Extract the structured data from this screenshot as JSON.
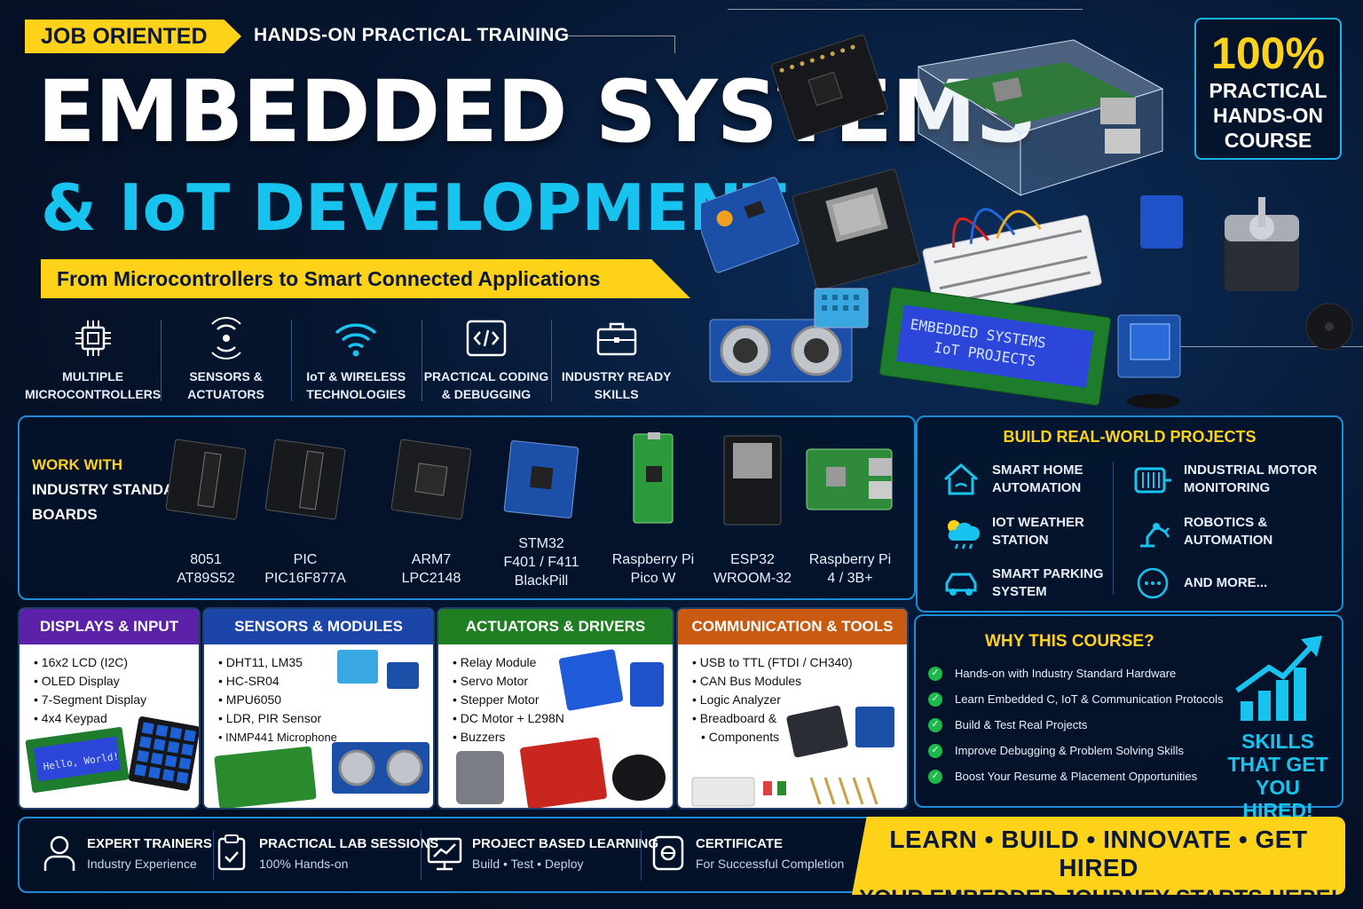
{
  "header": {
    "tag": "JOB ORIENTED",
    "tag2": "HANDS-ON PRACTICAL TRAINING",
    "title_line1": "EMBEDDED SYSTEMS",
    "title_line2": "& IoT DEVELOPMENT",
    "subtitle": "From Microcontrollers to Smart Connected Applications"
  },
  "badge": {
    "percent": "100%",
    "line1": "PRACTICAL",
    "line2": "HANDS-ON",
    "line3": "COURSE"
  },
  "features": [
    {
      "icon": "chip-icon",
      "line1": "MULTIPLE",
      "line2": "MICROCONTROLLERS"
    },
    {
      "icon": "sensor-waves-icon",
      "line1": "SENSORS &",
      "line2": "ACTUATORS"
    },
    {
      "icon": "wifi-icon",
      "line1": "IoT & WIRELESS",
      "line2": "TECHNOLOGIES"
    },
    {
      "icon": "code-icon",
      "line1": "PRACTICAL CODING",
      "line2": "& DEBUGGING"
    },
    {
      "icon": "briefcase-icon",
      "line1": "INDUSTRY READY",
      "line2": "SKILLS"
    }
  ],
  "lcd_text": {
    "line1": "EMBEDDED SYSTEMS",
    "line2": "IoT PROJECTS"
  },
  "boards": {
    "lead_yellow": "WORK WITH",
    "lead_line2": "INDUSTRY STANDARD",
    "lead_line3": "BOARDS",
    "items": [
      {
        "line1": "8051",
        "line2": "AT89S52",
        "line3": ""
      },
      {
        "line1": "PIC",
        "line2": "PIC16F877A",
        "line3": ""
      },
      {
        "line1": "ARM7",
        "line2": "LPC2148",
        "line3": ""
      },
      {
        "line1": "STM32",
        "line2": "F401 / F411",
        "line3": "BlackPill"
      },
      {
        "line1": "Raspberry Pi",
        "line2": "Pico W",
        "line3": ""
      },
      {
        "line1": "ESP32",
        "line2": "WROOM-32",
        "line3": ""
      },
      {
        "line1": "Raspberry Pi",
        "line2": "4 / 3B+",
        "line3": ""
      }
    ]
  },
  "projects": {
    "title": "BUILD REAL-WORLD PROJECTS",
    "items": [
      {
        "icon": "home-icon",
        "line1": "SMART HOME",
        "line2": "AUTOMATION"
      },
      {
        "icon": "motor-icon",
        "line1": "INDUSTRIAL MOTOR",
        "line2": "MONITORING"
      },
      {
        "icon": "weather-icon",
        "line1": "IOT WEATHER",
        "line2": "STATION"
      },
      {
        "icon": "robot-arm-icon",
        "line1": "ROBOTICS &",
        "line2": "AUTOMATION"
      },
      {
        "icon": "car-icon",
        "line1": "SMART PARKING",
        "line2": "SYSTEM"
      },
      {
        "icon": "more-icon",
        "line1": "AND MORE...",
        "line2": ""
      }
    ]
  },
  "categories": [
    {
      "title": "DISPLAYS & INPUT",
      "color": "#5b21a8",
      "items": [
        "16x2 LCD (I2C)",
        "OLED Display",
        "7-Segment Display",
        "4x4 Keypad"
      ],
      "lcd": "Hello, World!"
    },
    {
      "title": "SENSORS & MODULES",
      "color": "#1b46a8",
      "items": [
        "DHT11, LM35",
        "HC-SR04",
        "MPU6050",
        "LDR, PIR Sensor",
        "INMP441 Microphone"
      ]
    },
    {
      "title": "ACTUATORS & DRIVERS",
      "color": "#1f7d22",
      "items": [
        "Relay Module",
        "Servo Motor",
        "Stepper Motor",
        "DC Motor + L298N",
        "Buzzers"
      ]
    },
    {
      "title": "COMMUNICATION & TOOLS",
      "color": "#c95a12",
      "items": [
        "USB to TTL (FTDI / CH340)",
        "CAN Bus Modules",
        "Logic Analyzer",
        "Breadboard &",
        "Components"
      ]
    }
  ],
  "why": {
    "title": "WHY THIS COURSE?",
    "items": [
      "Hands-on with Industry Standard Hardware",
      "Learn Embedded C, IoT & Communication Protocols",
      "Build & Test Real Projects",
      "Improve Debugging & Problem Solving Skills",
      "Boost Your Resume & Placement Opportunities"
    ],
    "skills_line1": "SKILLS",
    "skills_line2": "THAT GET",
    "skills_line3": "YOU HIRED!"
  },
  "bottom": {
    "items": [
      {
        "icon": "trainer-icon",
        "title": "EXPERT TRAINERS",
        "sub": "Industry Experience"
      },
      {
        "icon": "lab-icon",
        "title": "PRACTICAL LAB SESSIONS",
        "sub": "100% Hands-on"
      },
      {
        "icon": "monitor-chart-icon",
        "title": "PROJECT BASED LEARNING",
        "sub": "Build • Test • Deploy"
      },
      {
        "icon": "certificate-icon",
        "title": "CERTIFICATE",
        "sub": "For Successful Completion"
      }
    ],
    "cta_line1": "LEARN • BUILD • INNOVATE • GET HIRED",
    "cta_line2": "YOUR EMBEDDED JOURNEY STARTS HERE!",
    "cta_arrow": "»"
  },
  "colors": {
    "accent_yellow": "#ffd21a",
    "accent_cyan": "#17c4f0",
    "panel_border": "#1e8bd6",
    "background": "#061630"
  }
}
